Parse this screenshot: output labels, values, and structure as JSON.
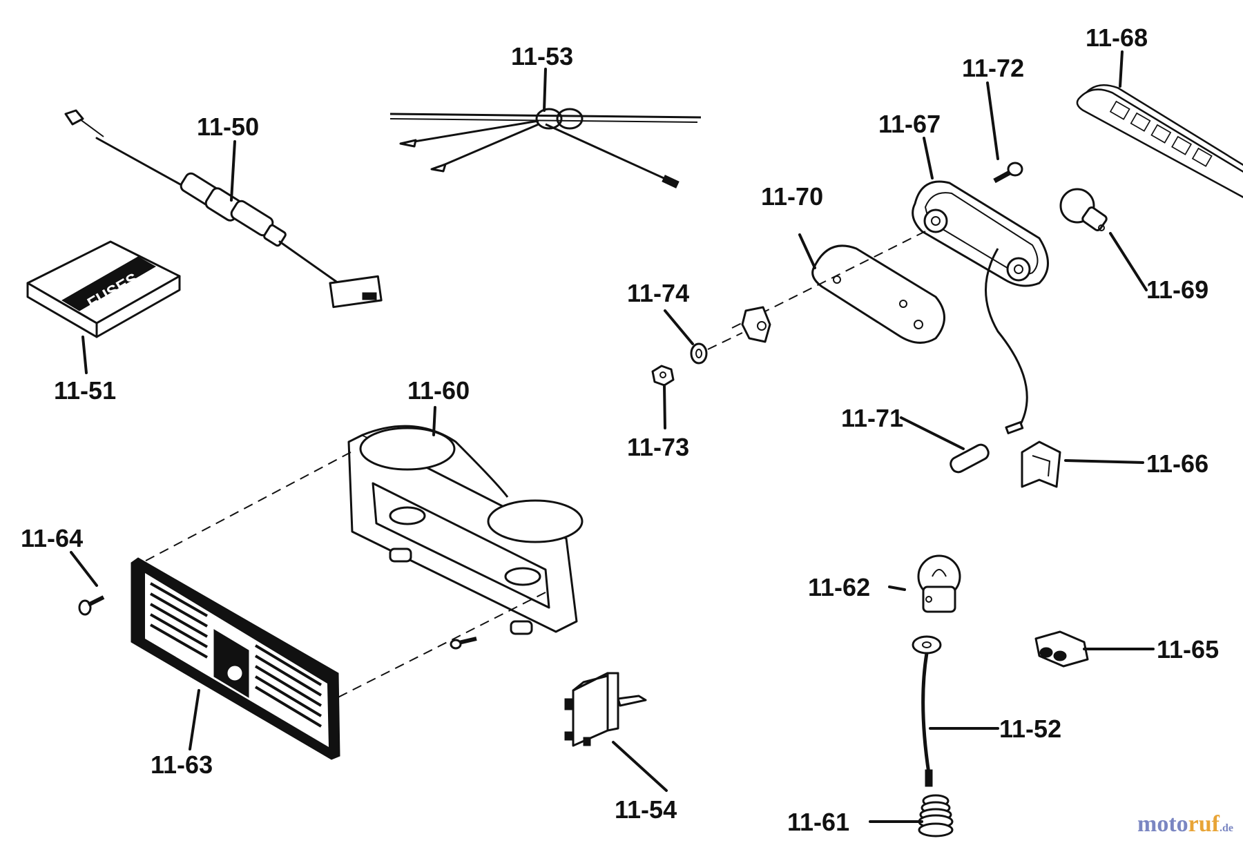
{
  "diagram": {
    "labels": {
      "l1150": "11-50",
      "l1151": "11-51",
      "l1152": "11-52",
      "l1153": "11-53",
      "l1154": "11-54",
      "l1160": "11-60",
      "l1161": "11-61",
      "l1162": "11-62",
      "l1163": "11-63",
      "l1164": "11-64",
      "l1165": "11-65",
      "l1166": "11-66",
      "l1167": "11-67",
      "l1168": "11-68",
      "l1169": "11-69",
      "l1170": "11-70",
      "l1171": "11-71",
      "l1172": "11-72",
      "l1173": "11-73",
      "l1174": "11-74"
    },
    "fuses_box_text": "FUSES"
  },
  "watermark": {
    "part1": "moto",
    "part2": "ruf",
    "part3": ".de"
  }
}
